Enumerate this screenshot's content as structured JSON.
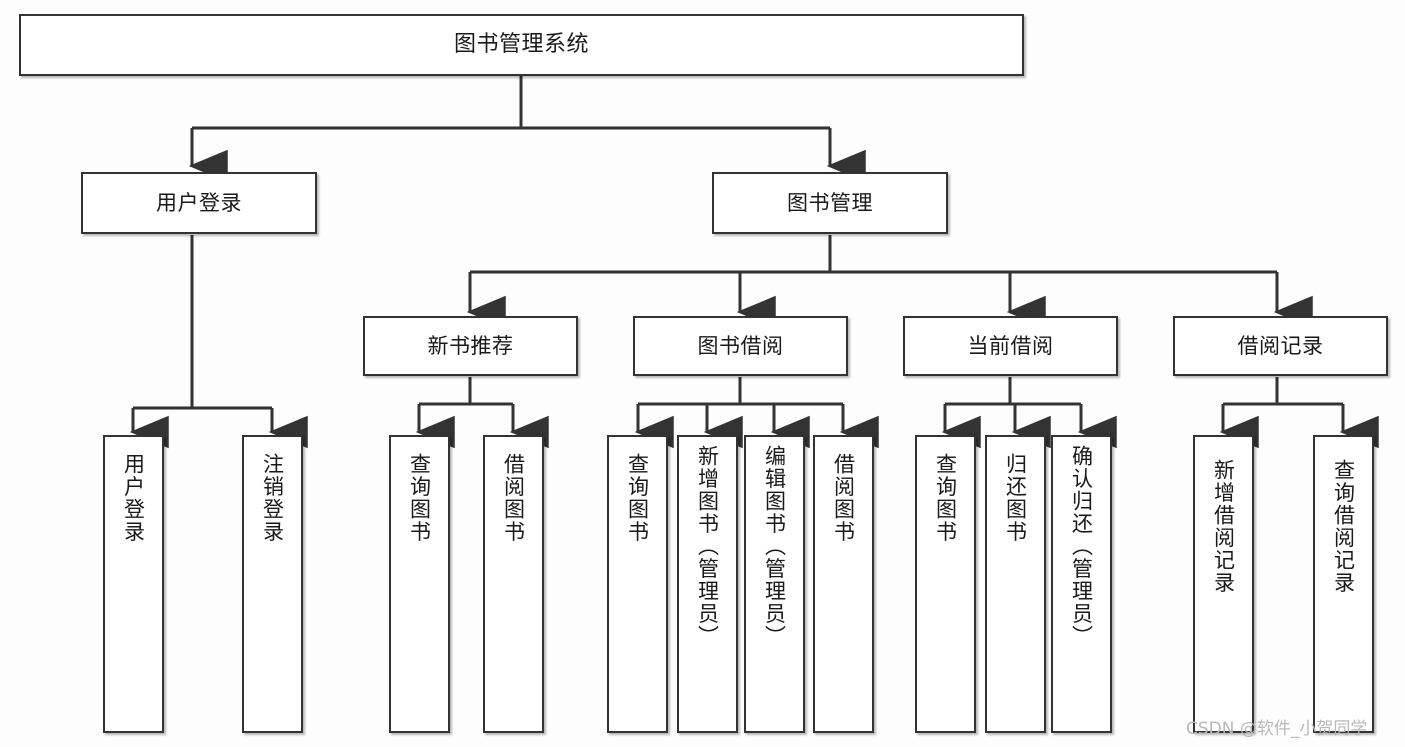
{
  "diagram": {
    "type": "tree-hierarchy",
    "title": "图书管理系统",
    "watermark": "CSDN @软件_小贺同学",
    "colors": {
      "background": "#fdfdfd",
      "box_fill": "#ffffff",
      "box_stroke": "#333333",
      "line": "#333333",
      "text": "#1a1a1a",
      "watermark": "#b9b9b9"
    },
    "nodes": {
      "root": {
        "label": "图书管理系统"
      },
      "level2": [
        {
          "label": "用户登录"
        },
        {
          "label": "图书管理"
        }
      ],
      "level3": [
        {
          "label": "新书推荐"
        },
        {
          "label": "图书借阅"
        },
        {
          "label": "当前借阅"
        },
        {
          "label": "借阅记录"
        }
      ],
      "leaves": {
        "user_login": [
          {
            "label": "用户登录"
          },
          {
            "label": "注销登录"
          }
        ],
        "new_book_recommend": [
          {
            "label": "查询图书"
          },
          {
            "label": "借阅图书"
          }
        ],
        "book_borrow": [
          {
            "label": "查询图书"
          },
          {
            "label": "新增图书（管理员）"
          },
          {
            "label": "编辑图书（管理员）"
          },
          {
            "label": "借阅图书"
          }
        ],
        "current_borrow": [
          {
            "label": "查询图书"
          },
          {
            "label": "归还图书"
          },
          {
            "label": "确认归还（管理员）"
          }
        ],
        "borrow_record": [
          {
            "label": "新增借阅记录"
          },
          {
            "label": "查询借阅记录"
          }
        ]
      }
    }
  }
}
